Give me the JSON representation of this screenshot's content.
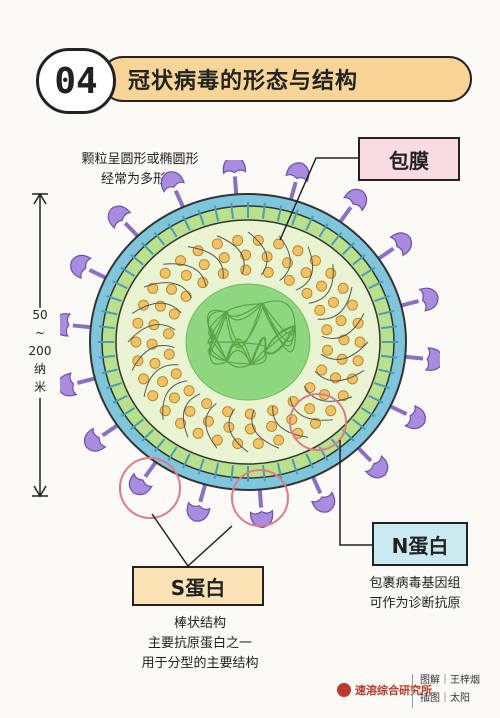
{
  "title": {
    "number": "04",
    "text": "冠状病毒的形态与结构"
  },
  "notes": {
    "shape_line1": "颗粒呈圆形或椭圆形",
    "shape_line2": "经常为多形性",
    "size_top": "50",
    "size_mid": "~",
    "size_bottom": "200",
    "size_unit1": "纳",
    "size_unit2": "米",
    "n_desc_line1": "包裹病毒基因组",
    "n_desc_line2": "可作为诊断抗原",
    "s_desc_line1": "棒状结构",
    "s_desc_line2": "主要抗原蛋白之一",
    "s_desc_line3": "用于分型的主要结构"
  },
  "labels": {
    "envelope": "包膜",
    "n_protein": "N蛋白",
    "s_protein": "S蛋白"
  },
  "footer": {
    "logo_text": "速溶综合研究所",
    "credit1": "图解｜王梓烟",
    "credit2": "插图｜太阳"
  },
  "colors": {
    "title_bar": "#f6d596",
    "envelope_box": "#f9dce3",
    "n_box": "#c9eaf0",
    "s_box": "#fbe3b5"
  }
}
